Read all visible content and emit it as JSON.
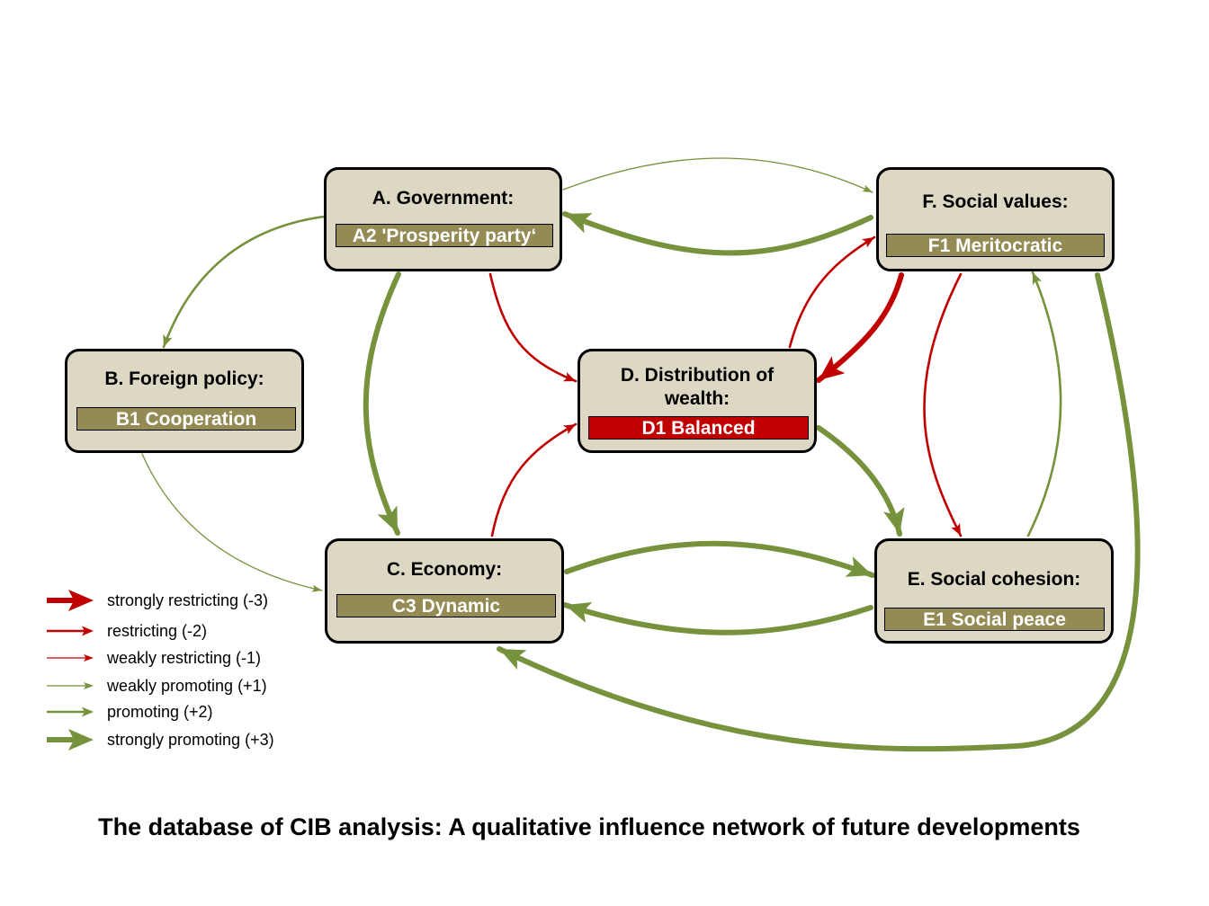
{
  "colors": {
    "promoting": "#76923c",
    "restricting": "#c00000",
    "node_fill": "#ddd8c4",
    "state_fill": "#948a54",
    "state_highlight": "#c00000"
  },
  "nodes": {
    "A": {
      "title": "A. Government:",
      "state": "A2 'Prosperity party‘"
    },
    "B": {
      "title": "B. Foreign policy:",
      "state": "B1 Cooperation"
    },
    "C": {
      "title": "C. Economy:",
      "state": "C3 Dynamic"
    },
    "D": {
      "title_line1": "D. Distribution of",
      "title_line2": "wealth:",
      "state": "D1 Balanced"
    },
    "E": {
      "title": "E. Social cohesion:",
      "state": "E1 Social peace"
    },
    "F": {
      "title": "F. Social values:",
      "state": "F1 Meritocratic"
    }
  },
  "edges": [
    {
      "from": "A",
      "to": "F",
      "strength": 1
    },
    {
      "from": "F",
      "to": "A",
      "strength": 3
    },
    {
      "from": "A",
      "to": "B",
      "strength": 2
    },
    {
      "from": "A",
      "to": "C",
      "strength": 3
    },
    {
      "from": "A",
      "to": "D",
      "strength": -2
    },
    {
      "from": "B",
      "to": "C",
      "strength": 1
    },
    {
      "from": "C",
      "to": "D",
      "strength": -2
    },
    {
      "from": "C",
      "to": "E",
      "strength": 3
    },
    {
      "from": "E",
      "to": "C",
      "strength": 3
    },
    {
      "from": "D",
      "to": "F",
      "strength": -2
    },
    {
      "from": "F",
      "to": "D",
      "strength": -3
    },
    {
      "from": "D",
      "to": "E",
      "strength": 3
    },
    {
      "from": "F",
      "to": "E",
      "strength": -2
    },
    {
      "from": "E",
      "to": "F",
      "strength": 2
    },
    {
      "from": "F",
      "to": "C",
      "strength": 3
    }
  ],
  "legend": [
    {
      "label": "strongly restricting (-3)",
      "strength": -3
    },
    {
      "label": "restricting (-2)",
      "strength": -2
    },
    {
      "label": "weakly restricting (-1)",
      "strength": -1
    },
    {
      "label": "weakly promoting (+1)",
      "strength": 1
    },
    {
      "label": "promoting (+2)",
      "strength": 2
    },
    {
      "label": "strongly promoting (+3)",
      "strength": 3
    }
  ],
  "caption": "The database of CIB analysis: A qualitative influence network of future developments"
}
